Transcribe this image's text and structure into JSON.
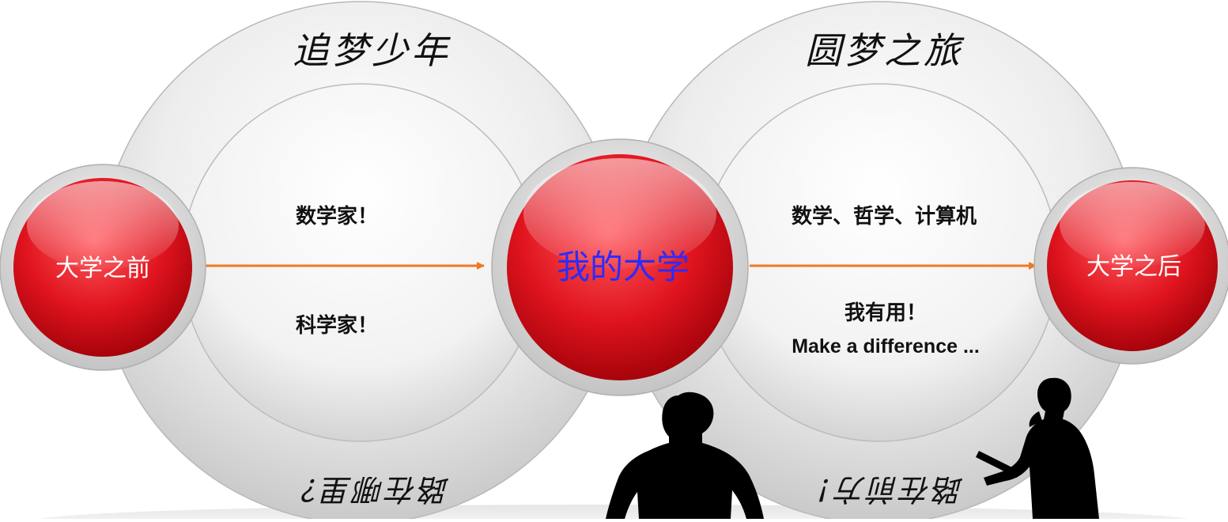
{
  "stages": [
    {
      "title": "追梦少年",
      "question": "路在哪里？",
      "items": [
        "数学家！",
        "科学家！"
      ]
    },
    {
      "title": "圆梦之旅",
      "question": "路在前方！",
      "items": [
        "数学、哲学、计算机",
        "我有用！",
        "Make a difference ..."
      ]
    }
  ],
  "nodes": [
    {
      "label": "大学之前"
    },
    {
      "label": "我的大学"
    },
    {
      "label": "大学之后"
    }
  ],
  "colors": {
    "node_red": "#e0141e",
    "arrow_orange": "#f07820",
    "main_label_blue": "#2b2bff",
    "ring_gray": "#d9d9d9"
  }
}
